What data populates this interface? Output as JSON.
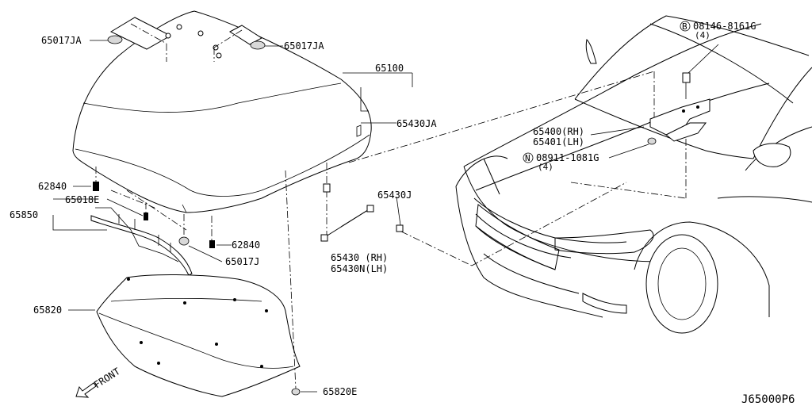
{
  "diagram_code": "J65000P6",
  "front_label": "FRONT",
  "labels": {
    "p65017JA_left": "65017JA",
    "p65017JA_right": "65017JA",
    "p65100": "65100",
    "p65430JA": "65430JA",
    "p62840_left": "62840",
    "p65018E": "65018E",
    "p65850": "65850",
    "p62840_right": "62840",
    "p65017J": "65017J",
    "p65430J": "65430J",
    "p65430_rh": "65430 (RH)",
    "p65430N_lh": "65430N(LH)",
    "p65820": "65820",
    "p65820E": "65820E",
    "p65400_rh": "65400(RH)",
    "p65401_lh": "65401(LH)",
    "bolt_b": "08146-8161G",
    "bolt_b_qty": "(4)",
    "nut_n": "08911-1081G",
    "nut_n_qty": "(4)"
  }
}
